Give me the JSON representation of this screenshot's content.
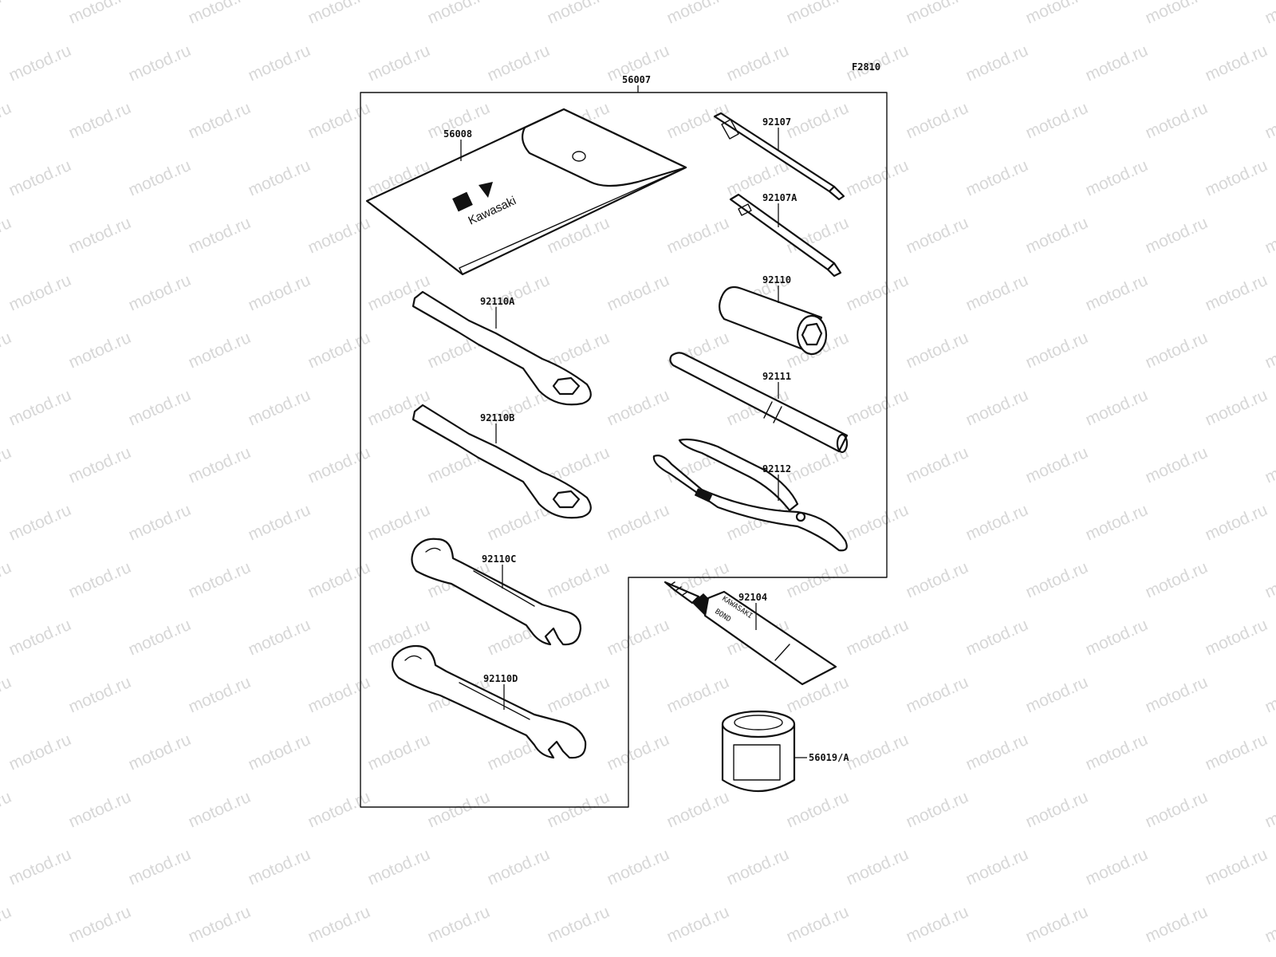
{
  "figure_code": "F2810",
  "kit_label": "56007",
  "parts": [
    {
      "id": "pouch",
      "number": "56008"
    },
    {
      "id": "screwdriver-a",
      "number": "92107"
    },
    {
      "id": "screwdriver-b",
      "number": "92107A"
    },
    {
      "id": "spark-plug-wrench",
      "number": "92110"
    },
    {
      "id": "ring-wrench-a",
      "number": "92110A"
    },
    {
      "id": "ring-wrench-b",
      "number": "92110B"
    },
    {
      "id": "handle-bar",
      "number": "92111"
    },
    {
      "id": "pliers",
      "number": "92112"
    },
    {
      "id": "open-wrench-c",
      "number": "92110C"
    },
    {
      "id": "open-wrench-d",
      "number": "92110D"
    },
    {
      "id": "bond-tube",
      "number": "92104"
    },
    {
      "id": "grease-jar",
      "number": "56019/A"
    }
  ],
  "pouch_brand": "Kawasaki",
  "tube_brand": "KAWASAKI",
  "tube_text": "BOND",
  "watermark": "motod.ru"
}
